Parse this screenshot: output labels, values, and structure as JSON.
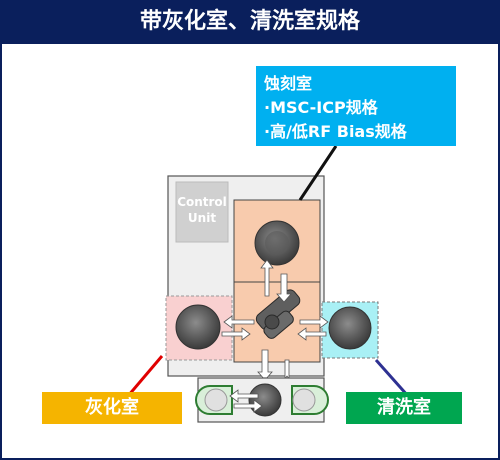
{
  "title": "带灰化室、清洗室规格",
  "callout": {
    "line1": "蚀刻室",
    "line2": "·MSC-ICP规格",
    "line3": "·高/低RF Bias规格"
  },
  "control_unit": {
    "line1": "Control",
    "line2": "Unit"
  },
  "labels": {
    "ashing": "灰化室",
    "cleaning": "清洗室"
  },
  "colors": {
    "title_bg": "#0a1f5c",
    "callout_bg": "#00b0f0",
    "ashing_label": "#f5b400",
    "cleaning_label": "#00a650",
    "ashing_line": "#e00000",
    "cleaning_line": "#2e3192",
    "etch_chamber": "#f8cbad",
    "ashing_chamber": "#f9d0d0",
    "cleaning_chamber": "#a9f0f5",
    "loadlock": "#d9efd9"
  }
}
